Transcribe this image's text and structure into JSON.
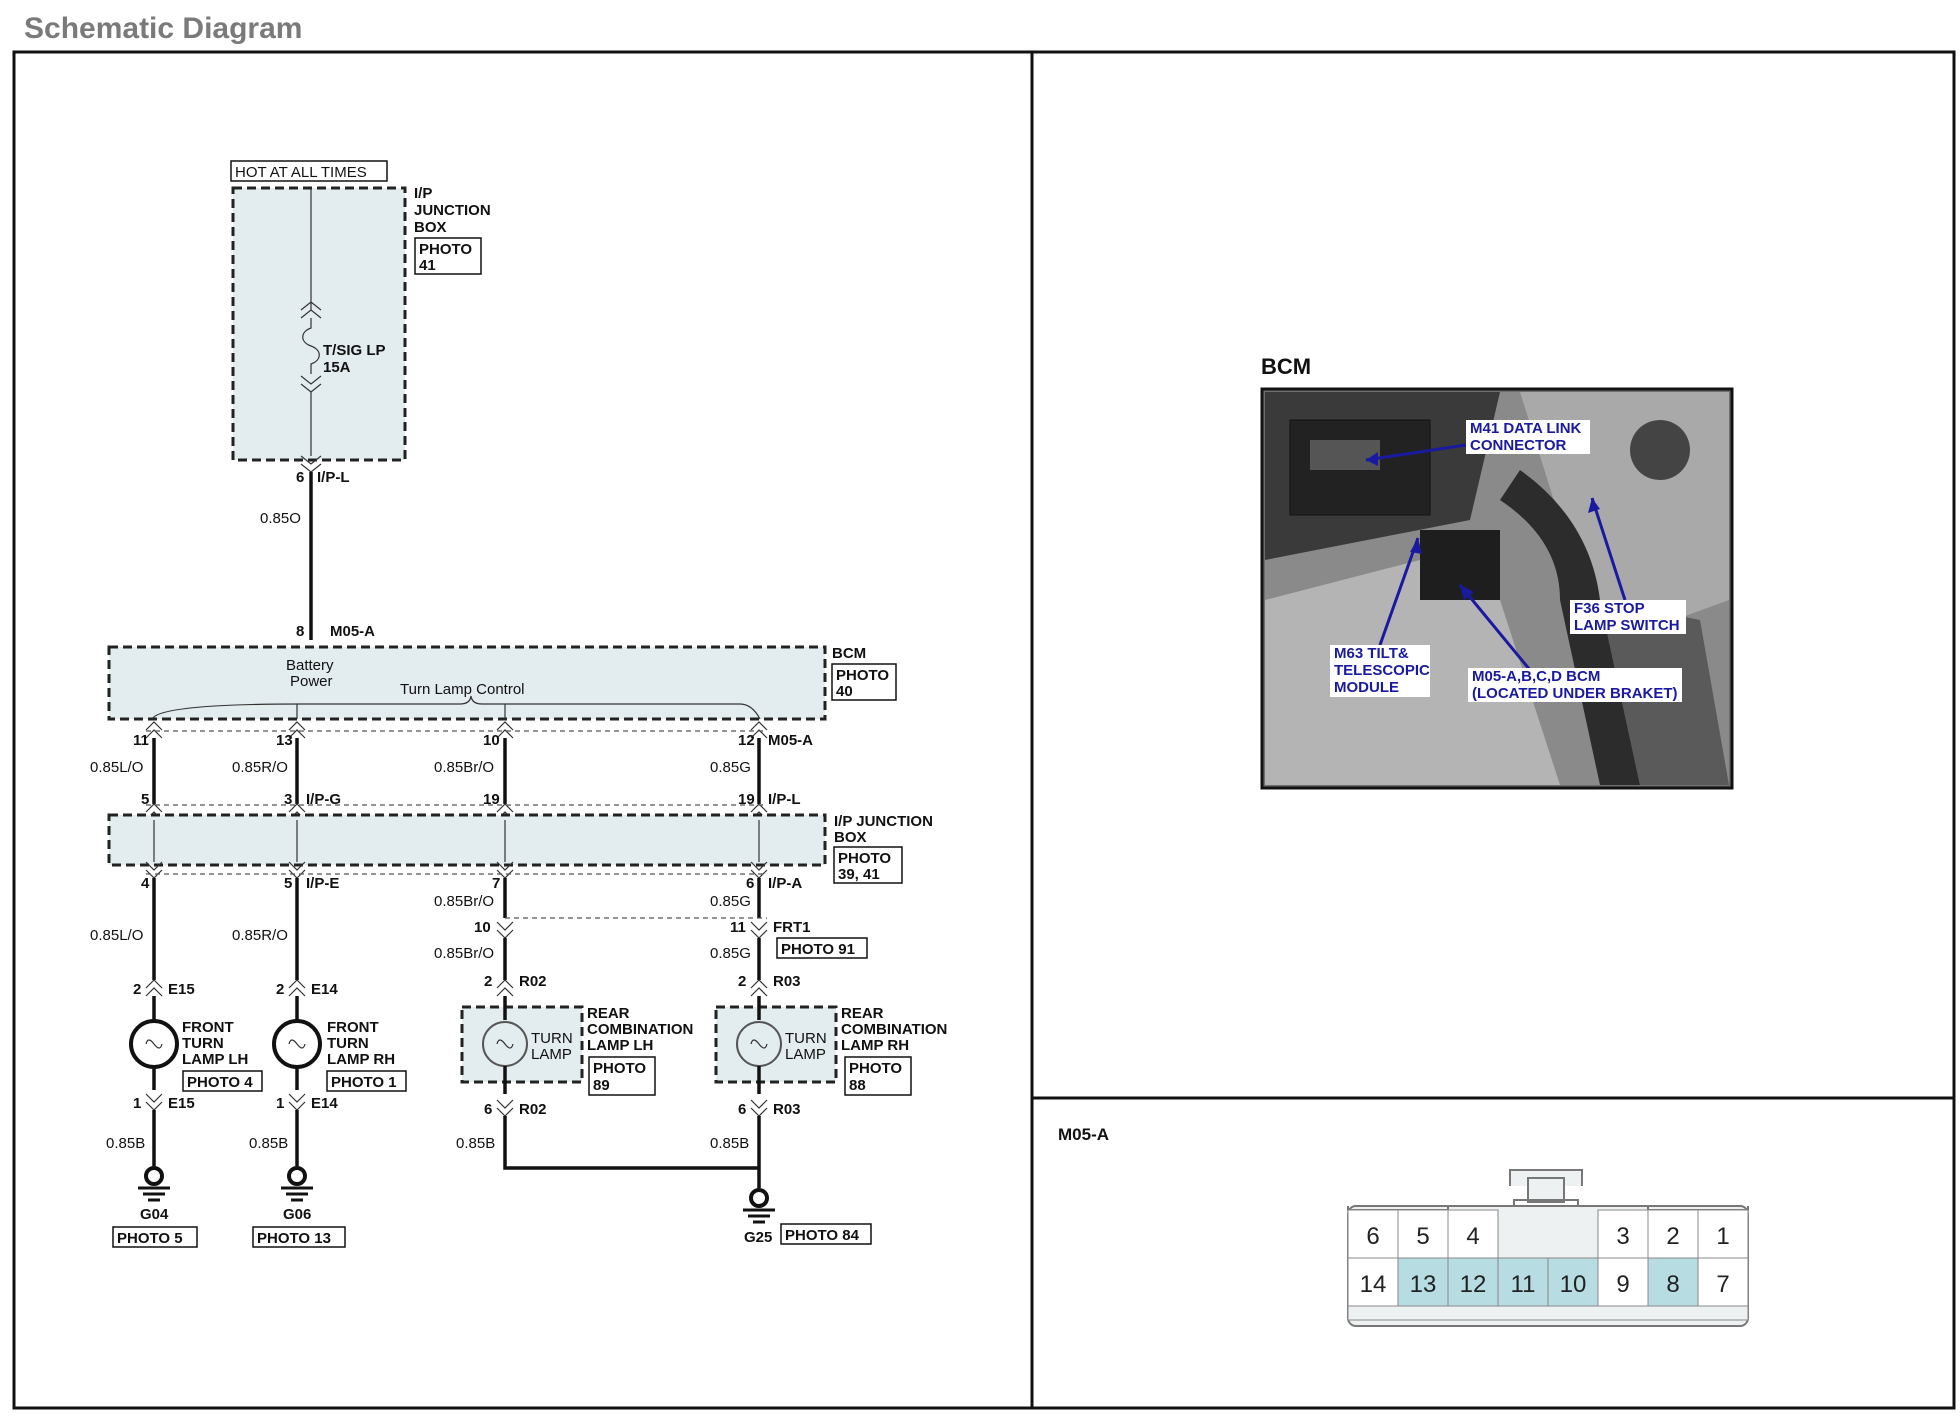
{
  "page": {
    "title": "Schematic Diagram"
  },
  "schematic": {
    "hot_label": "HOT AT ALL TIMES",
    "ipjb_top": {
      "l1": "I/P",
      "l2": "JUNCTION",
      "l3": "BOX",
      "photo_a": "PHOTO",
      "photo_b": "41"
    },
    "fuse": {
      "l1": "T/SIG LP",
      "l2": "15A"
    },
    "fuse_out": {
      "pin": "6",
      "conn": "I/P-L",
      "wire": "0.85O"
    },
    "bcm_in": {
      "pin": "8",
      "conn": "M05-A"
    },
    "bcm": {
      "name": "BCM",
      "photo_a": "PHOTO",
      "photo_b": "40",
      "batt1": "Battery",
      "batt2": "Power",
      "control": "Turn Lamp Control",
      "conn_right": "M05-A"
    },
    "col1": {
      "bcm_pin": "11",
      "wire_a": "0.85L/O",
      "jb_in": "5",
      "jb_out": "4",
      "wire_b": "0.85L/O",
      "lamp_pin_top": "2",
      "lamp_conn": "E15",
      "lamp_pin_bot": "1",
      "wire_c": "0.85B",
      "ground": "G04",
      "ground_photo": "PHOTO 5"
    },
    "col2": {
      "bcm_pin": "13",
      "wire_a": "0.85R/O",
      "jb_in": "3",
      "jb_in_conn": "I/P-G",
      "jb_out": "5",
      "jb_out_conn": "I/P-E",
      "wire_b": "0.85R/O",
      "lamp_pin_top": "2",
      "lamp_conn": "E14",
      "lamp_pin_bot": "1",
      "wire_c": "0.85B",
      "ground": "G06",
      "ground_photo": "PHOTO 13"
    },
    "col3": {
      "bcm_pin": "10",
      "wire_a": "0.85Br/O",
      "jb_in": "19",
      "jb_out": "7",
      "wire_b": "0.85Br/O",
      "frt_pin": "10",
      "wire_c": "0.85Br/O",
      "lamp_pin_top": "2",
      "lamp_conn": "R02",
      "lamp_pin_bot": "6",
      "wire_d": "0.85B"
    },
    "col4": {
      "bcm_pin": "12",
      "wire_a": "0.85G",
      "jb_in": "19",
      "jb_in_conn": "I/P-L",
      "jb_out": "6",
      "jb_out_conn": "I/P-A",
      "wire_b": "0.85G",
      "frt_pin": "11",
      "frt_conn": "FRT1",
      "frt_photo": "PHOTO 91",
      "wire_c": "0.85G",
      "lamp_pin_top": "2",
      "lamp_conn": "R03",
      "lamp_pin_bot": "6",
      "wire_d": "0.85B",
      "ground": "G25",
      "ground_photo": "PHOTO 84"
    },
    "ipjb_mid": {
      "l1": "I/P JUNCTION",
      "l2": "BOX",
      "photo_a": "PHOTO",
      "photo_b": "39, 41"
    },
    "front_lh": {
      "l1": "FRONT",
      "l2": "TURN",
      "l3": "LAMP LH",
      "photo": "PHOTO 4"
    },
    "front_rh": {
      "l1": "FRONT",
      "l2": "TURN",
      "l3": "LAMP RH",
      "photo": "PHOTO 1"
    },
    "rear_lh": {
      "l1": "REAR",
      "l2": "COMBINATION",
      "l3": "LAMP LH",
      "inner1": "TURN",
      "inner2": "LAMP",
      "photo_a": "PHOTO",
      "photo_b": "89"
    },
    "rear_rh": {
      "l1": "REAR",
      "l2": "COMBINATION",
      "l3": "LAMP RH",
      "inner1": "TURN",
      "inner2": "LAMP",
      "photo_a": "PHOTO",
      "photo_b": "88"
    }
  },
  "bcm_photo": {
    "title": "BCM",
    "callout_m41_1": "M41 DATA LINK",
    "callout_m41_2": "CONNECTOR",
    "callout_f36_1": "F36 STOP",
    "callout_f36_2": "LAMP SWITCH",
    "callout_m63_1": "M63 TILT&",
    "callout_m63_2": "TELESCOPIC",
    "callout_m63_3": "MODULE",
    "callout_m05_1": "M05-A,B,C,D BCM",
    "callout_m05_2": "(LOCATED UNDER BRAKET)"
  },
  "connector": {
    "title": "M05-A",
    "top_row": [
      "6",
      "5",
      "4",
      "3",
      "2",
      "1"
    ],
    "bottom_row": [
      "14",
      "13",
      "12",
      "11",
      "10",
      "9",
      "8",
      "7"
    ],
    "highlight_color": "#b7dde3"
  }
}
